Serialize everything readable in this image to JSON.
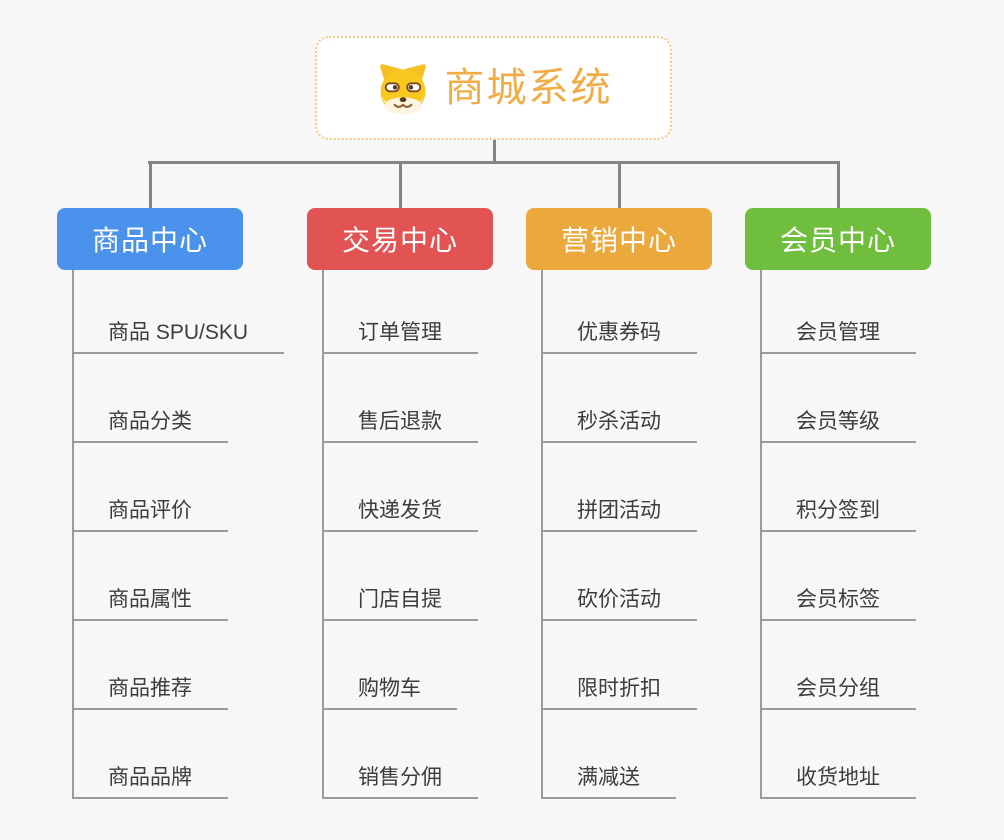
{
  "page": {
    "background": "#F7F7F7"
  },
  "root": {
    "title": "商城系统",
    "icon": "shiba-dog-icon",
    "title_color": "#F0AD45",
    "border_color": "#F6C97D",
    "background": "#FFFFFF"
  },
  "connector_color": "#848484",
  "line_color": "#9B9B9B",
  "item_text_color": "#3C3C41",
  "branches": [
    {
      "label": "商品中心",
      "color": "#4B92EC",
      "items": [
        "商品 SPU/SKU",
        "商品分类",
        "商品评价",
        "商品属性",
        "商品推荐",
        "商品品牌"
      ]
    },
    {
      "label": "交易中心",
      "color": "#E25453",
      "items": [
        "订单管理",
        "售后退款",
        "快递发货",
        "门店自提",
        "购物车",
        "销售分佣"
      ]
    },
    {
      "label": "营销中心",
      "color": "#EBA83C",
      "items": [
        "优惠券码",
        "秒杀活动",
        "拼团活动",
        "砍价活动",
        "限时折扣",
        "满减送"
      ]
    },
    {
      "label": "会员中心",
      "color": "#6FBE3E",
      "items": [
        "会员管理",
        "会员等级",
        "积分签到",
        "会员标签",
        "会员分组",
        "收货地址"
      ]
    }
  ]
}
